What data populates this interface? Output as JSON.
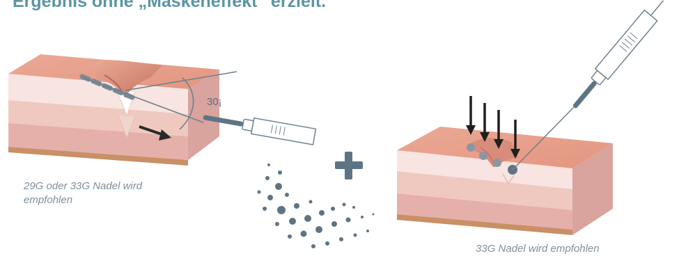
{
  "heading": "Ergebnis ohne „Maskeneffekt“ erzielt.",
  "left": {
    "angle_label": "30¡",
    "caption": "29G oder 33G Nadel wird empfohlen"
  },
  "right": {
    "caption": "33G Nadel wird empfohlen"
  },
  "colors": {
    "accent": "#5b95a4",
    "skin_top": "#e8a592",
    "skin_side_1": "#f8e3df",
    "skin_side_2": "#ecc1b7",
    "skin_side_3": "#e5b1ab",
    "needle_gray": "#5e7484",
    "plus": "#5e7484"
  }
}
